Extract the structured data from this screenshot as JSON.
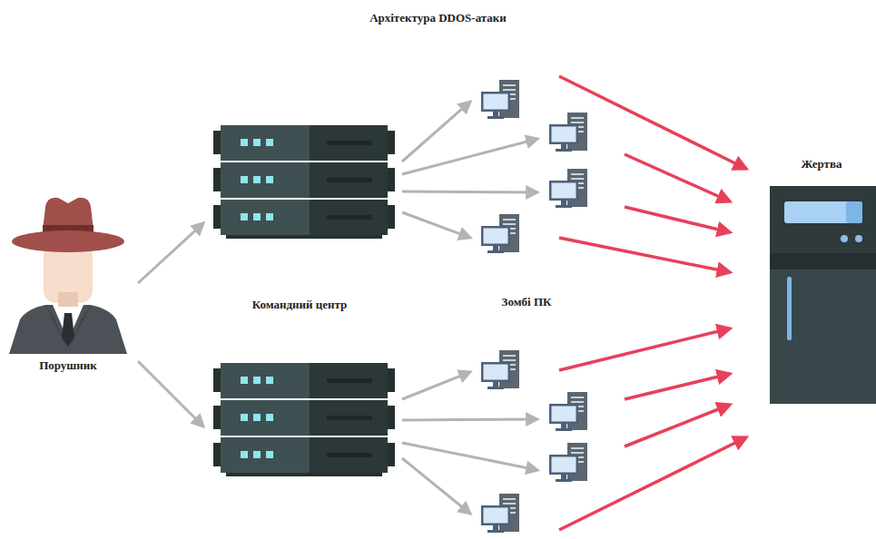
{
  "diagram": {
    "title": "Архітектура DDOS-атаки",
    "nodes": [
      {
        "text": [
          "Порушник"
        ]
      },
      {
        "text": [
          "Командний центр"
        ]
      },
      {
        "text": [
          "Зомбі ПК"
        ]
      },
      {
        "text": [
          "Жертва"
        ]
      }
    ],
    "edges": [
      {
        "from": 0,
        "to": 1,
        "arrow": "to"
      },
      {
        "from": 1,
        "to": 2,
        "arrow": "to"
      },
      {
        "from": 2,
        "to": 3,
        "arrow": "to"
      }
    ]
  }
}
